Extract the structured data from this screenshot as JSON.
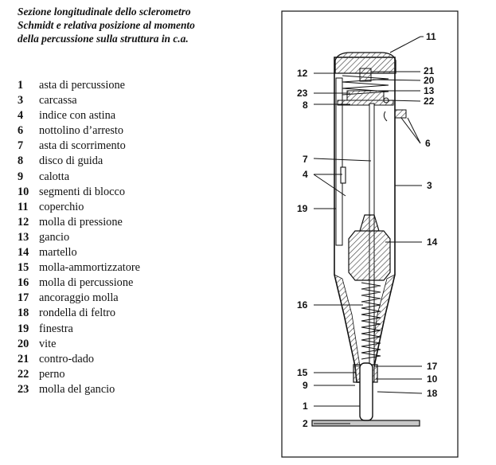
{
  "caption": {
    "lines": [
      "Sezione longitudinale dello sclerometro",
      "Schmidt e relativa posizione al momento",
      "della percussione sulla struttura in c.a."
    ]
  },
  "legend": [
    {
      "num": "1",
      "text": "asta di percussione"
    },
    {
      "num": "3",
      "text": "carcassa"
    },
    {
      "num": "4",
      "text": "indice con astina"
    },
    {
      "num": "6",
      "text": "nottolino d’arresto"
    },
    {
      "num": "7",
      "text": "asta di scorrimento"
    },
    {
      "num": "8",
      "text": "disco di guida"
    },
    {
      "num": "9",
      "text": "calotta"
    },
    {
      "num": "10",
      "text": "segmenti di blocco"
    },
    {
      "num": "11",
      "text": "coperchio"
    },
    {
      "num": "12",
      "text": "molla di pressione"
    },
    {
      "num": "13",
      "text": "gancio"
    },
    {
      "num": "14",
      "text": "martello"
    },
    {
      "num": "15",
      "text": "molla-ammortizzatore"
    },
    {
      "num": "16",
      "text": "molla di percussione"
    },
    {
      "num": "17",
      "text": "ancoraggio molla"
    },
    {
      "num": "18",
      "text": "rondella di feltro"
    },
    {
      "num": "19",
      "text": "finestra"
    },
    {
      "num": "20",
      "text": "vite"
    },
    {
      "num": "21",
      "text": "contro-dado"
    },
    {
      "num": "22",
      "text": "perno"
    },
    {
      "num": "23",
      "text": "molla del gancio"
    }
  ],
  "diagram_labels": {
    "l11": "11",
    "l12": "12",
    "l21": "21",
    "l20": "20",
    "l23": "23",
    "l13": "13",
    "l22": "22",
    "l8": "8",
    "l6": "6",
    "l7": "7",
    "l4": "4",
    "l3": "3",
    "l19": "19",
    "l14": "14",
    "l16": "16",
    "l17": "17",
    "l15": "15",
    "l10": "10",
    "l9": "9",
    "l18": "18",
    "l1": "1",
    "l2": "2"
  },
  "colors": {
    "ink": "#111111",
    "hatch": "#444444",
    "plate": "#c8c8c8"
  }
}
